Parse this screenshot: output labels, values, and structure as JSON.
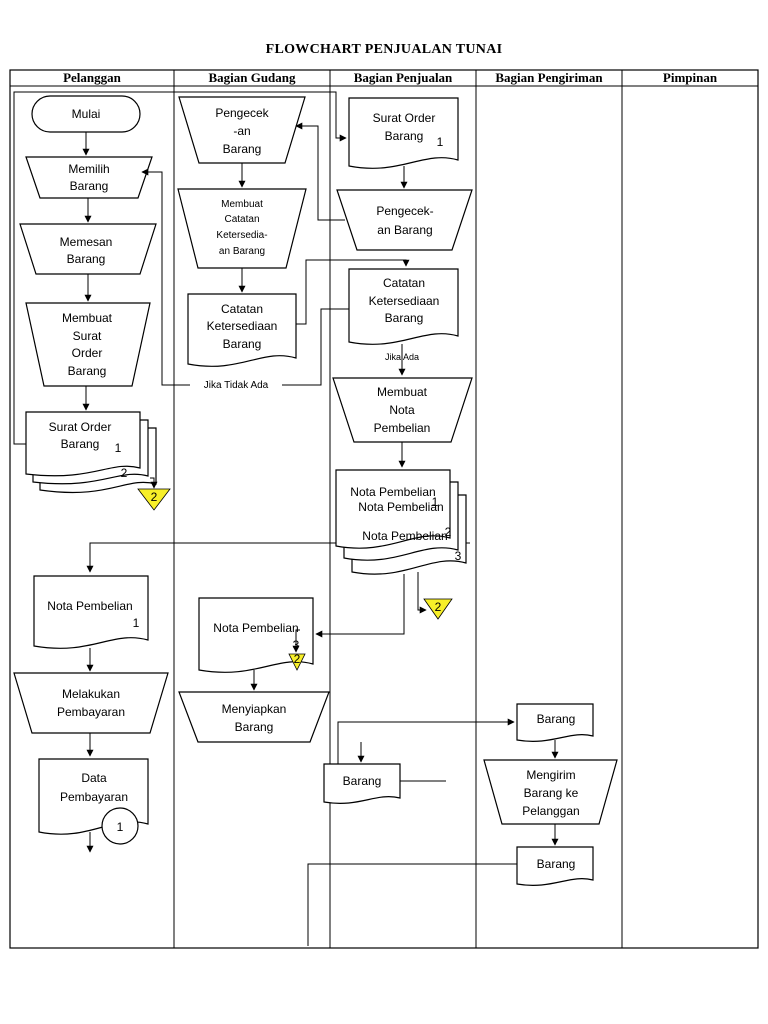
{
  "title": "FLOWCHART PENJUALAN TUNAI",
  "lanes": [
    "Pelanggan",
    "Bagian Gudang",
    "Bagian Penjualan",
    "Bagian Pengiriman",
    "Pimpinan"
  ],
  "pelanggan": {
    "mulai": "Mulai",
    "memilih": [
      "Memilih",
      "Barang"
    ],
    "memesan": [
      "Memesan",
      "Barang"
    ],
    "membuat_sob": [
      "Membuat",
      "Surat",
      "Order",
      "Barang"
    ],
    "sob_doc": [
      "Surat Order",
      "Barang"
    ],
    "sob_copy1": "1",
    "sob_copy2": "2",
    "off_page_sob": "2",
    "nota_doc": "Nota Pembelian",
    "nota_num": "1",
    "melakukan": [
      "Melakukan",
      "Pembayaran"
    ],
    "data_doc": [
      "Data",
      "Pembayaran"
    ],
    "connector": "1"
  },
  "gudang": {
    "pengecekan": [
      "Pengecek",
      "-an",
      "Barang"
    ],
    "membuat_catatan": [
      "Membuat",
      "Catatan",
      "Ketersedia-",
      "an Barang"
    ],
    "catatan_doc": [
      "Catatan",
      "Ketersediaan",
      "Barang"
    ],
    "jika_tidak_ada": "Jika Tidak Ada",
    "nota_doc": "Nota Pembelian",
    "nota_num_a": "3",
    "nota_num_b": "2",
    "off_page": "2",
    "menyiapkan": [
      "Menyiapkan",
      "Barang"
    ]
  },
  "penjualan": {
    "sob_doc": [
      "Surat Order",
      "Barang"
    ],
    "sob_num": "1",
    "pengecekan": [
      "Pengecek-",
      "an Barang"
    ],
    "catatan_doc": [
      "Catatan",
      "Ketersediaan",
      "Barang"
    ],
    "jika_ada": "Jika Ada",
    "membuat_nota": [
      "Membuat",
      "Nota",
      "Pembelian"
    ],
    "nota_1": "Nota Pembelian",
    "nota_2": "Nota Pembelian",
    "nota_3": "Nota Pembelian",
    "nota_num_1": "1",
    "nota_num_2": "2",
    "nota_num_3": "3",
    "off_page": "2",
    "barang_doc": "Barang"
  },
  "pengiriman": {
    "barang_doc_top": "Barang",
    "mengirim": [
      "Mengirim",
      "Barang ke",
      "Pelanggan"
    ],
    "barang_doc_bottom": "Barang"
  }
}
